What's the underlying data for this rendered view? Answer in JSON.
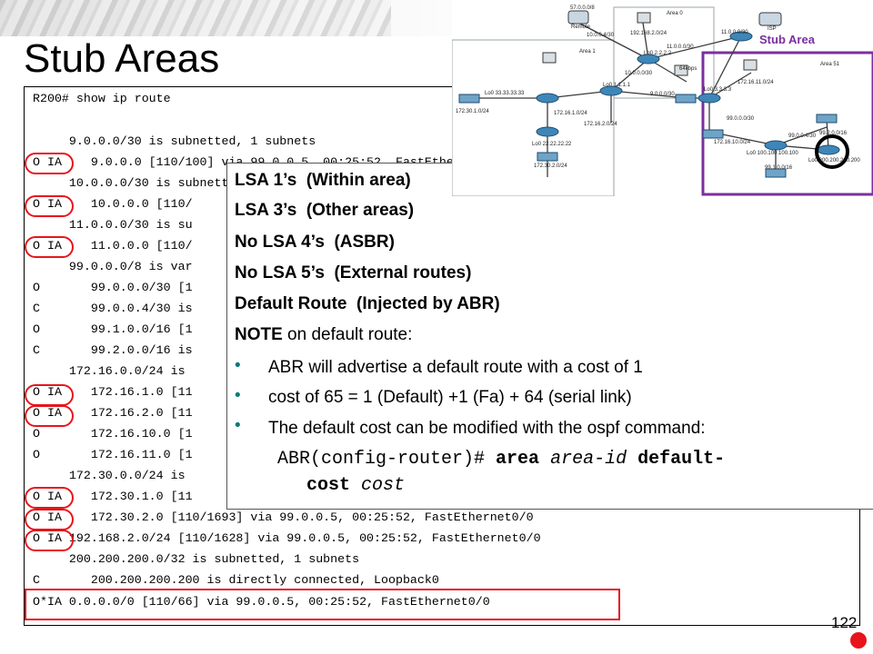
{
  "slide": {
    "title": "Stub Areas",
    "page_number": "122"
  },
  "terminal": {
    "lines": [
      "R200# show ip route",
      "",
      "     9.0.0.0/30 is subnetted, 1 subnets",
      "O IA    9.0.0.0 [110/100] via 99.0.0.5, 00:25:52, FastEthernet0/0",
      "     10.0.0.0/30 is subnetted, 1 subnets",
      "O IA    10.0.0.0 [110/",
      "     11.0.0.0/30 is su",
      "O IA    11.0.0.0 [110/",
      "     99.0.0.0/8 is var",
      "O       99.0.0.0/30 [1",
      "C       99.0.0.4/30 is",
      "O       99.1.0.0/16 [1",
      "C       99.2.0.0/16 is",
      "     172.16.0.0/24 is",
      "O IA    172.16.1.0 [11",
      "O IA    172.16.2.0 [11",
      "O       172.16.10.0 [1",
      "O       172.16.11.0 [1",
      "     172.30.0.0/24 is",
      "O IA    172.30.1.0 [11",
      "O IA    172.30.2.0 [110/1693] via 99.0.0.5, 00:25:52, FastEthernet0/0",
      "O IA 192.168.2.0/24 [110/1628] via 99.0.0.5, 00:25:52, FastEthernet0/0",
      "     200.200.200.0/32 is subnetted, 1 subnets",
      "C       200.200.200.200 is directly connected, Loopback0",
      "O*IA 0.0.0.0/0 [110/66] via 99.0.0.5, 00:25:52, FastEthernet0/0"
    ]
  },
  "overlay": {
    "lines": [
      "LSA 1’s  (Within area)",
      "LSA 3’s  (Other areas)",
      "No LSA 4’s  (ASBR)",
      "No LSA 5’s  (External routes)",
      "Default Route  (Injected by ABR)"
    ],
    "note_bold": "NOTE",
    "note_rest": " on default route:",
    "bullets": [
      "ABR will advertise a default route with a cost of 1",
      "cost of 65 = 1 (Default) +1 (Fa) + 64 (serial link)",
      "The default cost can be modified with the ospf command:"
    ],
    "command": {
      "prompt": "ABR(config-router)# ",
      "kw1": "area",
      "arg1": " area-id ",
      "kw2": "default-",
      "kw3": "cost",
      "arg2": " cost"
    }
  },
  "topology": {
    "stub_area_label": "Stub Area",
    "area0": "Area 0",
    "area1": "Area 1",
    "area51": "Area 51",
    "remote": "Remote",
    "isp": "ISP",
    "net_57": "57.0.0.0/8",
    "net_10": "10.0.0.4/30",
    "net_192": "192.168.2.0/24",
    "net_11": "11.0.0.0/30",
    "net_11b": "11.0.0.0/30",
    "net_10b": "10.0.0.0/30",
    "lo0_2": "Lo0 2.2.2.2",
    "speed": "64kbps",
    "lo0_333": "Lo0 33.33.33.33",
    "lo0_111": "Lo0 1.1.1.1",
    "lo0_333b": "Lo0 3.3.3.3",
    "net_1723": "172.30.1.0/24",
    "net_1721": "172.16.1.0/24",
    "net_1722": "172.16.2.0/24",
    "net_90": "9.0.0.0/30",
    "net_172_11": "172.16.11.0/24",
    "net_99": "99.0.0.0/30",
    "net_172_10": "172.16.10.0/24",
    "lo0_100": "Lo0 100.100.100.100",
    "net_994": "99.0.0.4/30",
    "net_9920": "99.2.0.0/16",
    "net_9910": "99.1.0.0/16",
    "lo0_2222": "Lo0 22.22.22.22",
    "net_17232": "172.30.2.0/24",
    "lo0_200": "Lo0 200.200.200.200",
    "stub_color": "#7b2f9e"
  }
}
